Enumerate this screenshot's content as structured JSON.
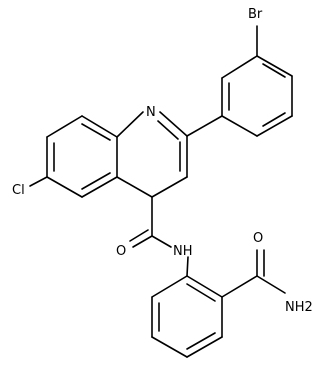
{
  "structure": {
    "atom_labels": {
      "bromine": "Br",
      "nitrogen_ring": "N",
      "chlorine": "Cl",
      "oxygen_amide": "O",
      "nh_amide": "NH",
      "oxygen_carboxamide": "O",
      "nh2_carboxamide": "NH2"
    }
  },
  "colors": {
    "bond": "#000000",
    "label": "#000000",
    "background": "#ffffff"
  }
}
